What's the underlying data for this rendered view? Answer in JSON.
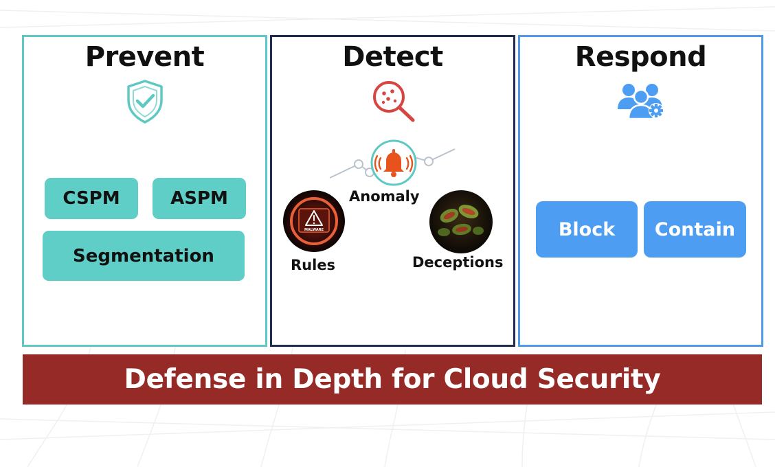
{
  "panels": {
    "prevent": {
      "title": "Prevent",
      "icon": "shield-check-icon",
      "accent": "#5ec9c4",
      "items": [
        "CSPM",
        "ASPM",
        "Segmentation"
      ]
    },
    "detect": {
      "title": "Detect",
      "icon": "magnifier-icon",
      "accent": "#1e2d4f",
      "nodes": {
        "anomaly": {
          "label": "Anomaly",
          "icon": "alarm-bell-icon"
        },
        "rules": {
          "label": "Rules",
          "icon": "malware-warning-icon",
          "image_text": "MALWARE"
        },
        "deceptions": {
          "label": "Deceptions",
          "icon": "venus-flytrap-icon"
        }
      }
    },
    "respond": {
      "title": "Respond",
      "icon": "users-gear-icon",
      "accent": "#4f9ae6",
      "items": [
        "Block",
        "Contain"
      ]
    }
  },
  "banner": {
    "text": "Defense in Depth for Cloud Security",
    "color": "#952a27"
  }
}
